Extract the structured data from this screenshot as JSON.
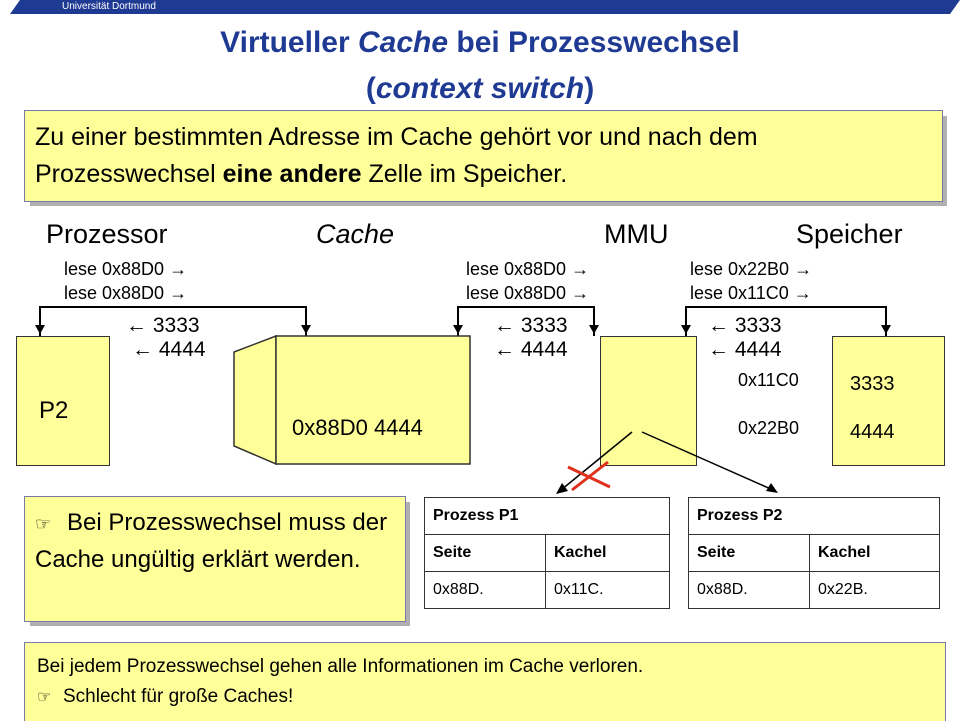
{
  "header": {
    "university": "Universität Dortmund"
  },
  "title": {
    "line1_a": "Virtueller ",
    "line1_b": "Cache",
    "line1_c": " bei Prozesswechsel",
    "line2_a": "(",
    "line2_b": "context switch",
    "line2_c": ")"
  },
  "intro": {
    "text_a": "Zu einer bestimmten Adresse im Cache gehört vor und nach dem Prozesswechsel ",
    "bold": "eine andere",
    "text_b": " Zelle im Speicher."
  },
  "diagram": {
    "labels": {
      "processor": "Prozessor",
      "cache": "Cache",
      "mmu": "MMU",
      "memory": "Speicher"
    },
    "requests": {
      "cpu_1": "lese 0x88D0 →",
      "cpu_2": "lese 0x88D0 →",
      "cache_1": "lese 0x88D0 →",
      "cache_2": "lese 0x88D0 →",
      "mmu_1": "lese 0x22B0 →",
      "mmu_2": "lese 0x11C0 →"
    },
    "responses": {
      "cpu_1": "← 3333",
      "cpu_2": "← 4444",
      "cache_1": "← 3333",
      "cache_2": "← 4444",
      "mmu_1": "← 3333",
      "mmu_2": "← 4444"
    },
    "processor_box": "P2",
    "cache_entry": "0x88D0 4444",
    "memory": {
      "addr_1": "0x11C0",
      "addr_2": "0x22B0",
      "val_1": "3333",
      "val_2": "4444"
    }
  },
  "tip": {
    "icon": "pointing-hand-icon",
    "text": "Bei Prozesswechsel muss der Cache ungültig erklärt werden."
  },
  "tables": {
    "p1": {
      "title": "Prozess P1",
      "col_page": "Seite",
      "col_frame": "Kachel",
      "page": "0x88D.",
      "frame": "0x11C."
    },
    "p2": {
      "title": "Prozess P2",
      "col_page": "Seite",
      "col_frame": "Kachel",
      "page": "0x88D.",
      "frame": "0x22B."
    }
  },
  "footer": {
    "line1": "Bei jedem Prozesswechsel gehen alle Informationen im Cache verloren.",
    "icon": "pointing-hand-icon",
    "line2": "Schlecht für große Caches!"
  },
  "colors": {
    "title": "#1f3a93",
    "note_bg": "#ffff99",
    "band": "#1f3a93",
    "cross": "#e0301e"
  }
}
